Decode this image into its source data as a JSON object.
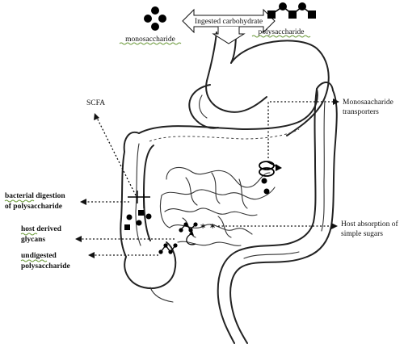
{
  "labels": {
    "ingested": "Ingested carbohydrate",
    "monosaccharide": "monosaccharide",
    "polysaccharide": "polysaccharide",
    "scfa": "SCFA",
    "transporters_line1": "Monosaacharide",
    "transporters_line2": "transporters",
    "bacterial_line1": "bacterial digestion",
    "bacterial_line2": "of polysaccharide",
    "host_glycans_line1": "host derived",
    "host_glycans_line2": "glycans",
    "undigested_line1": "undigested",
    "undigested_line2": "polysaccharide",
    "host_absorption_line1": "Host absorption of",
    "host_absorption_line2": "simple sugars"
  },
  "colors": {
    "ink": "#111111",
    "spellcheck_underline": "#6b9a3a"
  },
  "icons": [
    "monosaccharide-dots-icon",
    "polysaccharide-chain-icon",
    "double-arrow-icon",
    "transporter-icon",
    "glycan-chain-icon"
  ]
}
